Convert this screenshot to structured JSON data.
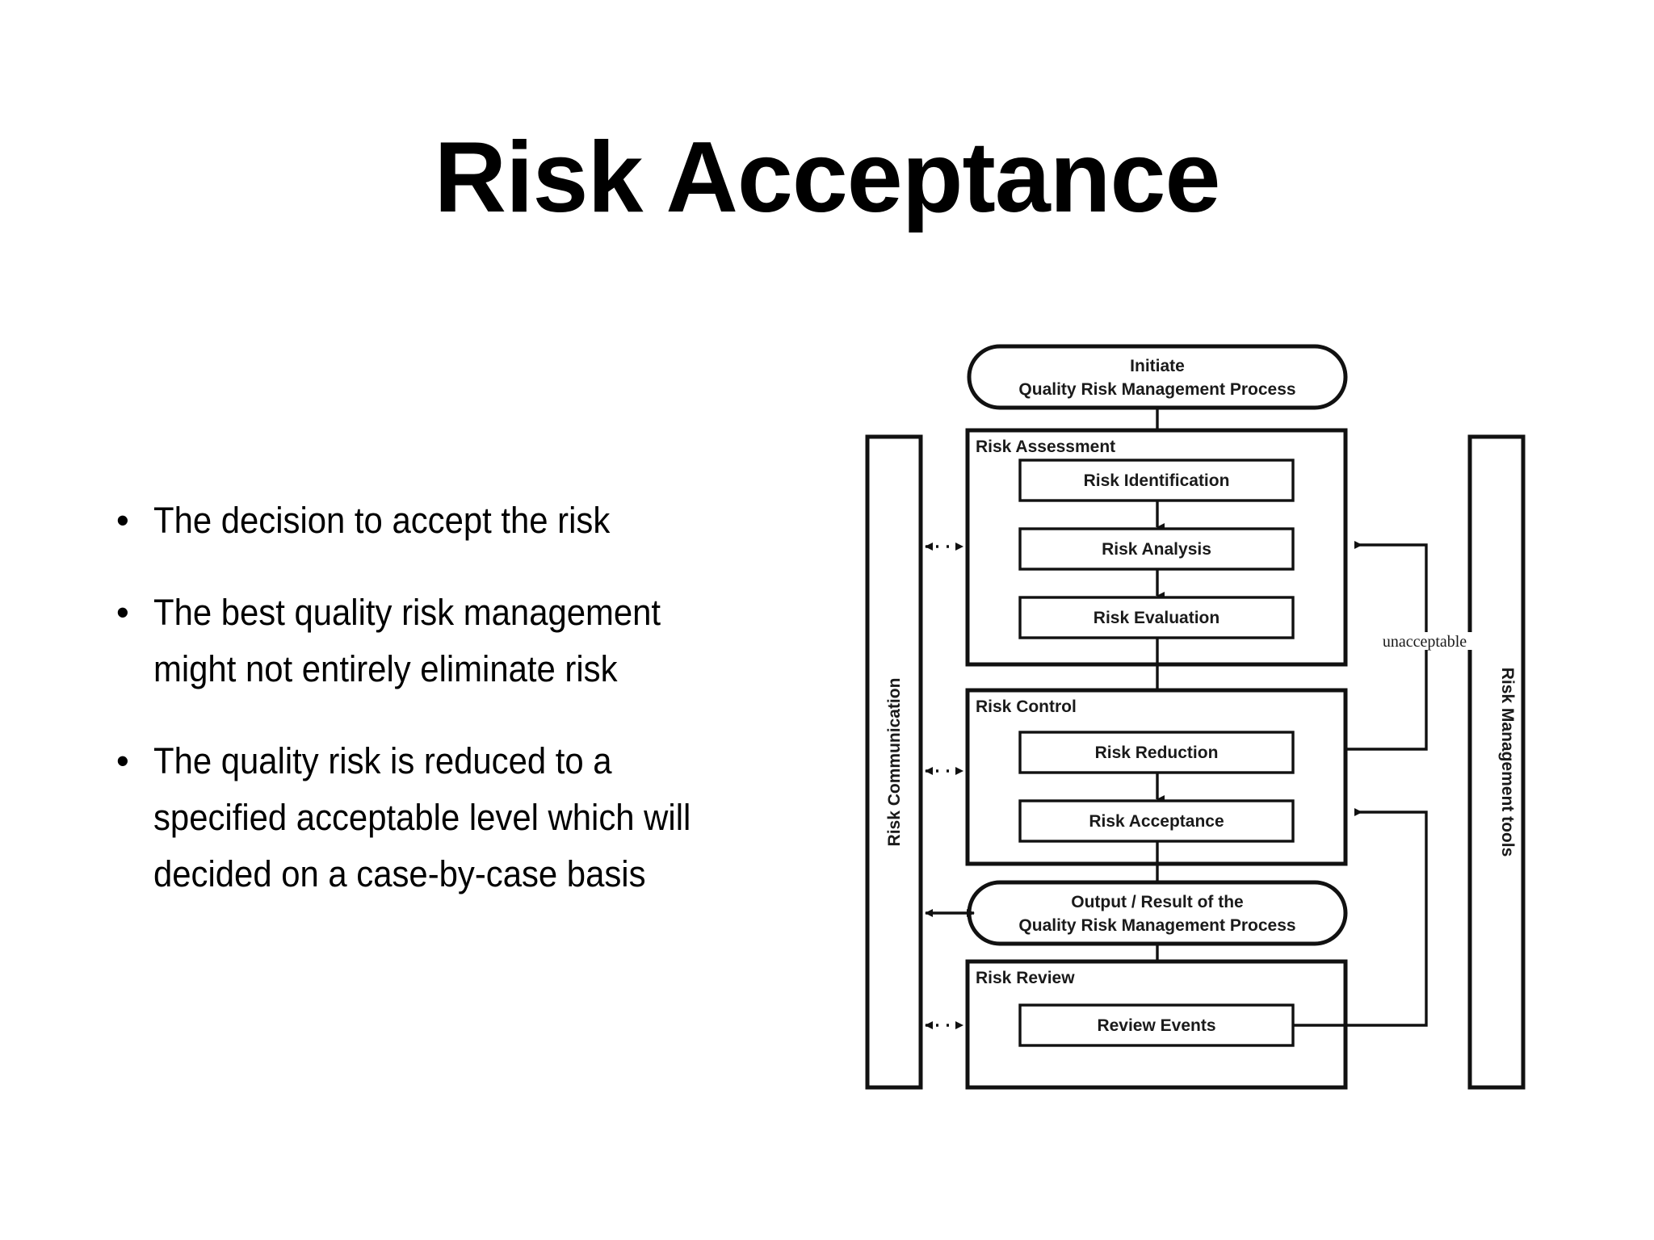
{
  "slide": {
    "title": "Risk Acceptance",
    "bullet_marker": "•",
    "bullets": [
      "The decision to accept the risk",
      "The best quality risk management might not entirely eliminate risk",
      "The quality risk is reduced to a specified acceptable level which will decided on a case-by-case basis"
    ]
  },
  "diagram": {
    "name": "quality-risk-management-process",
    "initiate_line1": "Initiate",
    "initiate_line2": "Quality Risk Management Process",
    "risk_assessment_label": "Risk Assessment",
    "risk_identification": "Risk Identification",
    "risk_analysis": "Risk Analysis",
    "risk_evaluation": "Risk Evaluation",
    "risk_control_label": "Risk Control",
    "risk_reduction": "Risk Reduction",
    "risk_acceptance": "Risk Acceptance",
    "output_line1": "Output / Result of the",
    "output_line2": "Quality Risk Management Process",
    "risk_review_label": "Risk Review",
    "review_events": "Review Events",
    "risk_communication": "Risk Communication",
    "risk_management_tools": "Risk Management tools",
    "unacceptable": "unacceptable"
  },
  "colors": {
    "background": "#ffffff",
    "text": "#000000",
    "diagram_stroke": "#111111",
    "diagram_text": "#1a1a1a"
  }
}
